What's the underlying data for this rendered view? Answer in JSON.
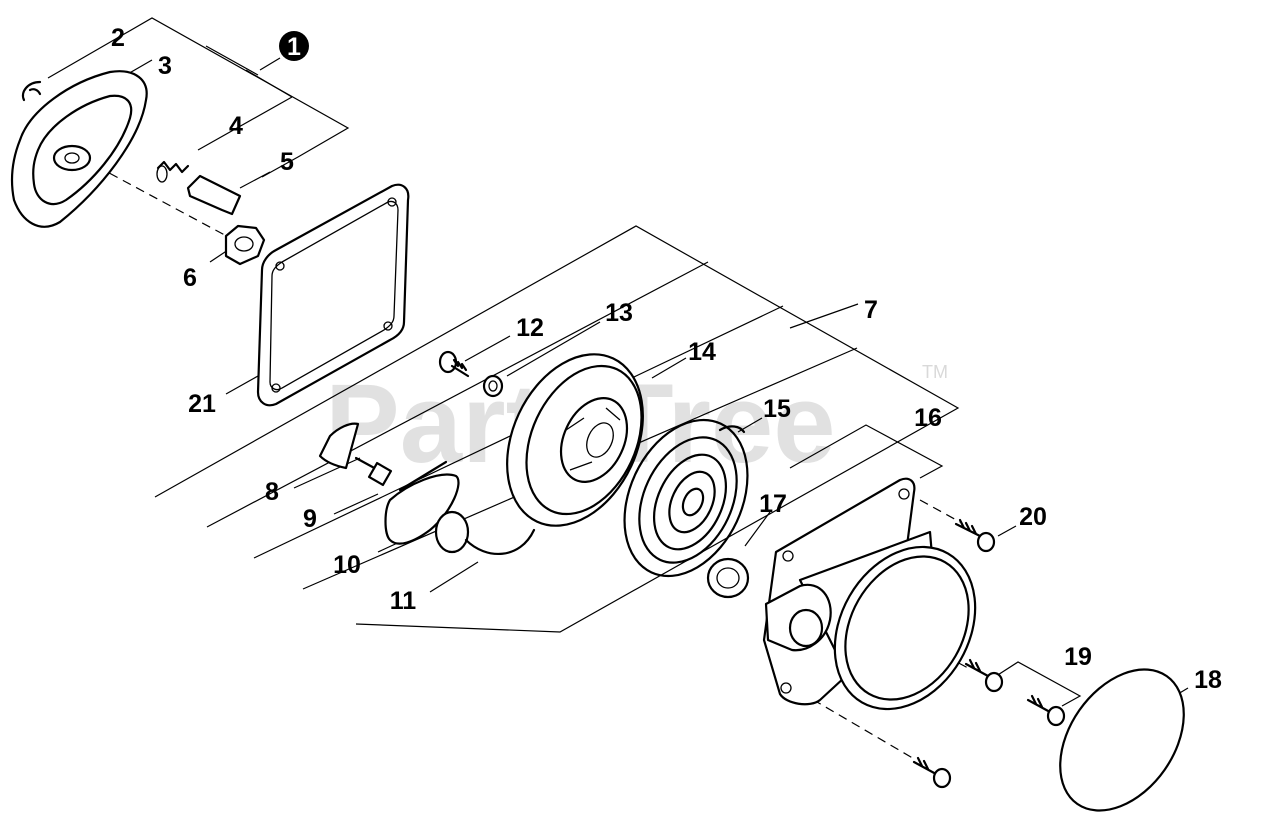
{
  "watermark": {
    "text": "PartsTree",
    "trademark": "TM"
  },
  "callouts": {
    "c1": "1",
    "c2": "2",
    "c3": "3",
    "c4": "4",
    "c5": "5",
    "c6": "6",
    "c7": "7",
    "c8": "8",
    "c9": "9",
    "c10": "10",
    "c11": "11",
    "c12": "12",
    "c13": "13",
    "c14": "14",
    "c15": "15",
    "c16": "16",
    "c17": "17",
    "c18": "18",
    "c19": "19",
    "c20": "20",
    "c21": "21"
  }
}
